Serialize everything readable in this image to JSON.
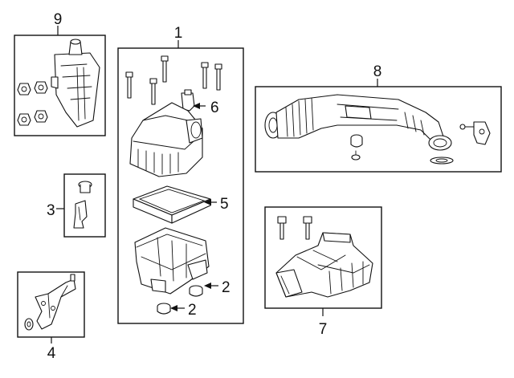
{
  "diagram": {
    "callouts": {
      "c1": "1",
      "c2a": "2",
      "c2b": "2",
      "c3": "3",
      "c4": "4",
      "c5": "5",
      "c6": "6",
      "c7": "7",
      "c8": "8",
      "c9": "9"
    },
    "parts": [
      {
        "callout": "1",
        "icon": "air-cleaner-assembly-icon"
      },
      {
        "callout": "2",
        "icon": "grommet-icon"
      },
      {
        "callout": "3",
        "icon": "bracket-icon"
      },
      {
        "callout": "4",
        "icon": "mounting-bracket-icon"
      },
      {
        "callout": "5",
        "icon": "air-filter-element-icon"
      },
      {
        "callout": "6",
        "icon": "sensor-icon"
      },
      {
        "callout": "7",
        "icon": "intake-duct-icon"
      },
      {
        "callout": "8",
        "icon": "outlet-hose-icon"
      },
      {
        "callout": "9",
        "icon": "resonator-icon"
      }
    ]
  }
}
